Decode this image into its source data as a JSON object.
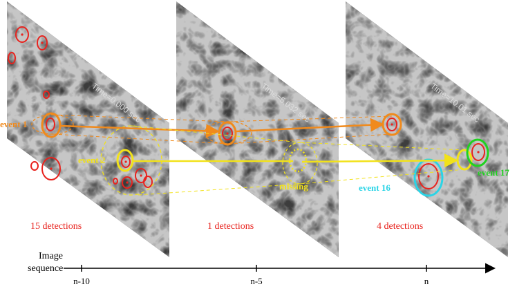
{
  "frames": [
    {
      "time_label": "Time=0.000 sec",
      "detections": "15 detections",
      "tick": "n-10"
    },
    {
      "time_label": "Time=5.032 sec",
      "detections": "1 detections",
      "tick": "n-5"
    },
    {
      "time_label": "Time=10.01 sec",
      "detections": "4 detections",
      "tick": "n"
    }
  ],
  "events": {
    "event1": "event 1",
    "event2": "event 2",
    "event16": "event 16",
    "event17": "event 17",
    "missing": "missing"
  },
  "axis": {
    "label_line1": "Image",
    "label_line2": "sequence"
  },
  "colors": {
    "detection": "#e8231e",
    "event1": "#f08a1c",
    "event2": "#f2e21a",
    "event16": "#2ad4e6",
    "event17": "#1fd21f"
  }
}
